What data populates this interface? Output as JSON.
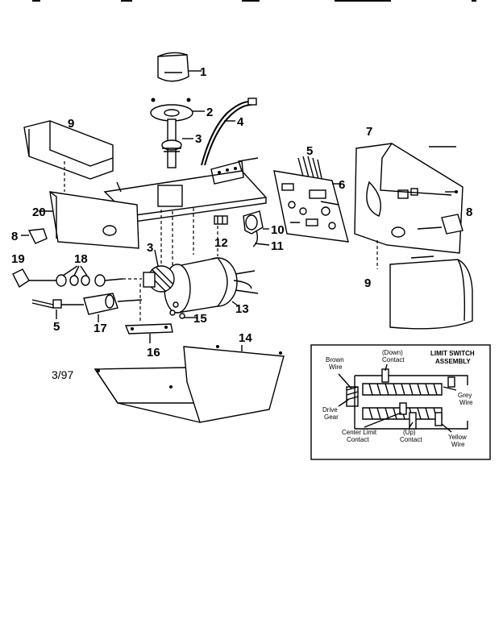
{
  "diagram": {
    "date_code": "3/97",
    "part_labels": [
      {
        "id": "p1",
        "text": "1"
      },
      {
        "id": "p2",
        "text": "2"
      },
      {
        "id": "p3a",
        "text": "3"
      },
      {
        "id": "p4",
        "text": "4"
      },
      {
        "id": "p5a",
        "text": "5"
      },
      {
        "id": "p6",
        "text": "6"
      },
      {
        "id": "p7",
        "text": "7"
      },
      {
        "id": "p8a",
        "text": "8"
      },
      {
        "id": "p8b",
        "text": "8"
      },
      {
        "id": "p9a",
        "text": "9"
      },
      {
        "id": "p9b",
        "text": "9"
      },
      {
        "id": "p10",
        "text": "10"
      },
      {
        "id": "p11",
        "text": "11"
      },
      {
        "id": "p12",
        "text": "12"
      },
      {
        "id": "p3b",
        "text": "3"
      },
      {
        "id": "p13",
        "text": "13"
      },
      {
        "id": "p14",
        "text": "14"
      },
      {
        "id": "p15",
        "text": "15"
      },
      {
        "id": "p16",
        "text": "16"
      },
      {
        "id": "p17",
        "text": "17"
      },
      {
        "id": "p18",
        "text": "18"
      },
      {
        "id": "p19",
        "text": "19"
      },
      {
        "id": "p20",
        "text": "20"
      },
      {
        "id": "p5b",
        "text": "5"
      }
    ],
    "inset": {
      "title_line1": "LIMIT SWITCH",
      "title_line2": "ASSEMBLY",
      "brown_wire_1": "Brown",
      "brown_wire_2": "Wire",
      "down_contact_1": "(Down)",
      "down_contact_2": "Contact",
      "grey_wire_1": "Grey",
      "grey_wire_2": "Wire",
      "drive_gear_1": "Drive",
      "drive_gear_2": "Gear",
      "center_limit_1": "Center Limit",
      "center_limit_2": "Contact",
      "up_contact_1": "(Up)",
      "up_contact_2": "Contact",
      "yellow_wire_1": "Yellow",
      "yellow_wire_2": "Wire"
    }
  }
}
